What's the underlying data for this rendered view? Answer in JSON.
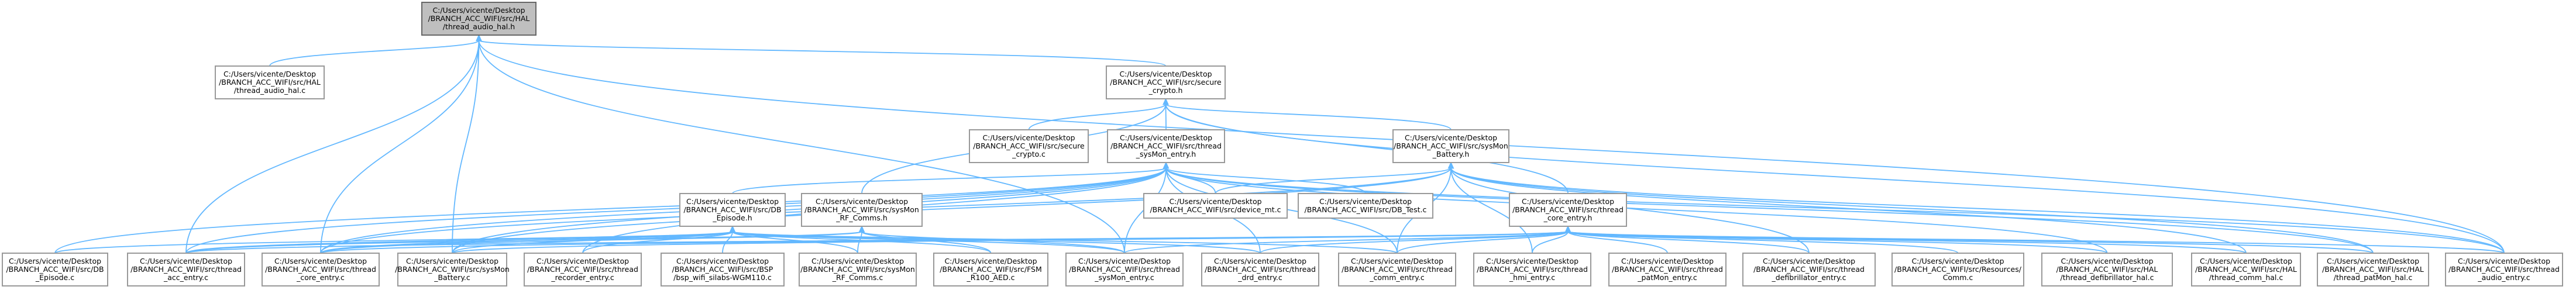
{
  "diagram": {
    "nodes": [
      {
        "id": "root",
        "lines": [
          "C:/Users/vicente/Desktop",
          "/BRANCH_ACC_WIFI/src/HAL",
          "/thread_audio_hal.h"
        ]
      },
      {
        "id": "audio_hal_c",
        "lines": [
          "C:/Users/vicente/Desktop",
          "/BRANCH_ACC_WIFI/src/HAL",
          "/thread_audio_hal.c"
        ]
      },
      {
        "id": "secure_crypto_h",
        "lines": [
          "C:/Users/vicente/Desktop",
          "/BRANCH_ACC_WIFI/src/secure",
          "_crypto.h"
        ]
      },
      {
        "id": "secure_crypto_c",
        "lines": [
          "C:/Users/vicente/Desktop",
          "/BRANCH_ACC_WIFI/src/secure",
          "_crypto.c"
        ]
      },
      {
        "id": "sysmon_entry_h",
        "lines": [
          "C:/Users/vicente/Desktop",
          "/BRANCH_ACC_WIFI/src/thread",
          "_sysMon_entry.h"
        ]
      },
      {
        "id": "sysmon_battery_h",
        "lines": [
          "C:/Users/vicente/Desktop",
          "/BRANCH_ACC_WIFI/src/sysMon",
          "_Battery.h"
        ]
      },
      {
        "id": "db_episode_h",
        "lines": [
          "C:/Users/vicente/Desktop",
          "/BRANCH_ACC_WIFI/src/DB",
          "_Episode.h"
        ]
      },
      {
        "id": "rf_comms_h",
        "lines": [
          "C:/Users/vicente/Desktop",
          "/BRANCH_ACC_WIFI/src/sysMon",
          "_RF_Comms.h"
        ]
      },
      {
        "id": "device_mt_c",
        "lines": [
          "C:/Users/vicente/Desktop",
          "/BRANCH_ACC_WIFI/src/device_mt.c"
        ]
      },
      {
        "id": "db_test_c",
        "lines": [
          "C:/Users/vicente/Desktop",
          "/BRANCH_ACC_WIFI/src/DB_Test.c"
        ]
      },
      {
        "id": "core_entry_h",
        "lines": [
          "C:/Users/vicente/Desktop",
          "/BRANCH_ACC_WIFI/src/thread",
          "_core_entry.h"
        ]
      },
      {
        "id": "db_episode_c",
        "lines": [
          "C:/Users/vicente/Desktop",
          "/BRANCH_ACC_WIFI/src/DB",
          "_Episode.c"
        ]
      },
      {
        "id": "acc_entry_c",
        "lines": [
          "C:/Users/vicente/Desktop",
          "/BRANCH_ACC_WIFI/src/thread",
          "_acc_entry.c"
        ]
      },
      {
        "id": "core_entry_c",
        "lines": [
          "C:/Users/vicente/Desktop",
          "/BRANCH_ACC_WIFI/src/thread",
          "_core_entry.c"
        ]
      },
      {
        "id": "battery_c",
        "lines": [
          "C:/Users/vicente/Desktop",
          "/BRANCH_ACC_WIFI/src/sysMon",
          "_Battery.c"
        ]
      },
      {
        "id": "recorder_entry_c",
        "lines": [
          "C:/Users/vicente/Desktop",
          "/BRANCH_ACC_WIFI/src/thread",
          "_recorder_entry.c"
        ]
      },
      {
        "id": "bsp_wifi_c",
        "lines": [
          "C:/Users/vicente/Desktop",
          "/BRANCH_ACC_WIFI/src/BSP",
          "/bsp_wifi_silabs-WGM110.c"
        ]
      },
      {
        "id": "rf_comms_c",
        "lines": [
          "C:/Users/vicente/Desktop",
          "/BRANCH_ACC_WIFI/src/sysMon",
          "_RF_Comms.c"
        ]
      },
      {
        "id": "fsm_r100_c",
        "lines": [
          "C:/Users/vicente/Desktop",
          "/BRANCH_ACC_WIFI/src/FSM",
          "_R100_AED.c"
        ]
      },
      {
        "id": "sysmon_entry_c",
        "lines": [
          "C:/Users/vicente/Desktop",
          "/BRANCH_ACC_WIFI/src/thread",
          "_sysMon_entry.c"
        ]
      },
      {
        "id": "drd_entry_c",
        "lines": [
          "C:/Users/vicente/Desktop",
          "/BRANCH_ACC_WIFI/src/thread",
          "_drd_entry.c"
        ]
      },
      {
        "id": "comm_entry_c",
        "lines": [
          "C:/Users/vicente/Desktop",
          "/BRANCH_ACC_WIFI/src/thread",
          "_comm_entry.c"
        ]
      },
      {
        "id": "hmi_entry_c",
        "lines": [
          "C:/Users/vicente/Desktop",
          "/BRANCH_ACC_WIFI/src/thread",
          "_hmi_entry.c"
        ]
      },
      {
        "id": "patmon_entry_c",
        "lines": [
          "C:/Users/vicente/Desktop",
          "/BRANCH_ACC_WIFI/src/thread",
          "_patMon_entry.c"
        ]
      },
      {
        "id": "defib_entry_c",
        "lines": [
          "C:/Users/vicente/Desktop",
          "/BRANCH_ACC_WIFI/src/thread",
          "_defibrillator_entry.c"
        ]
      },
      {
        "id": "resources_comm_c",
        "lines": [
          "C:/Users/vicente/Desktop",
          "/BRANCH_ACC_WIFI/src/Resources/",
          "Comm.c"
        ]
      },
      {
        "id": "defib_hal_c",
        "lines": [
          "C:/Users/vicente/Desktop",
          "/BRANCH_ACC_WIFI/src/HAL",
          "/thread_defibrillator_hal.c"
        ]
      },
      {
        "id": "comm_hal_c",
        "lines": [
          "C:/Users/vicente/Desktop",
          "/BRANCH_ACC_WIFI/src/HAL",
          "/thread_comm_hal.c"
        ]
      },
      {
        "id": "patmon_hal_c",
        "lines": [
          "C:/Users/vicente/Desktop",
          "/BRANCH_ACC_WIFI/src/HAL",
          "/thread_patMon_hal.c"
        ]
      },
      {
        "id": "audio_entry_c",
        "lines": [
          "C:/Users/vicente/Desktop",
          "/BRANCH_ACC_WIFI/src/thread",
          "_audio_entry.c"
        ]
      }
    ]
  }
}
